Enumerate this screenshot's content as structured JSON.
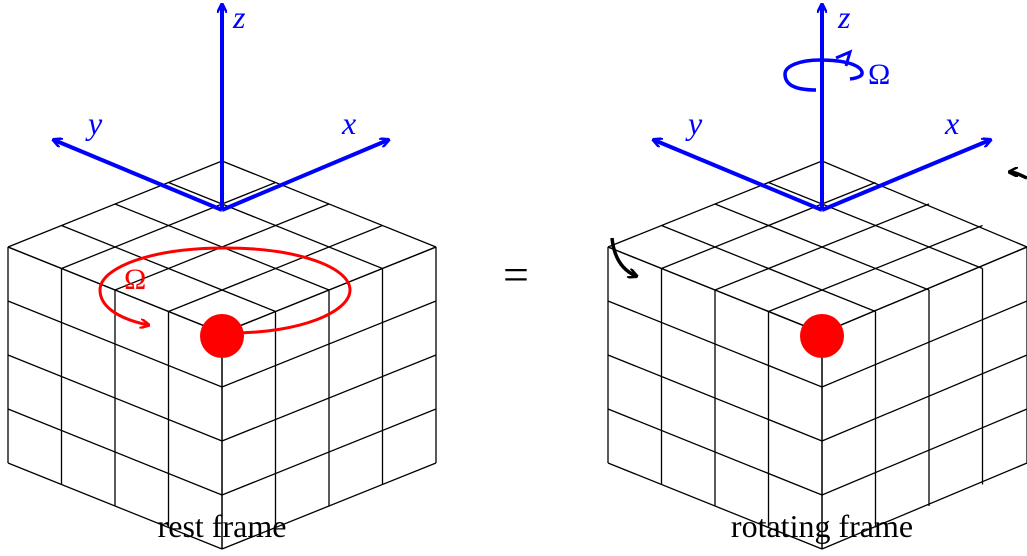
{
  "left_panel": {
    "caption": "rest frame",
    "axis_labels": {
      "x": "x",
      "y": "y",
      "z": "z"
    },
    "rotation_symbol": "Ω"
  },
  "right_panel": {
    "caption": "rotating frame",
    "axis_labels": {
      "x": "x",
      "y": "y",
      "z": "z"
    },
    "rotation_symbol": "Ω"
  },
  "equals_sign": "=",
  "colors": {
    "axes": "#0000ff",
    "point": "#ff0000",
    "rotation_rest": "#ff0000",
    "rotation_rotating": "#0000ff",
    "corner_arrows": "#000000",
    "grid": "#000000"
  }
}
